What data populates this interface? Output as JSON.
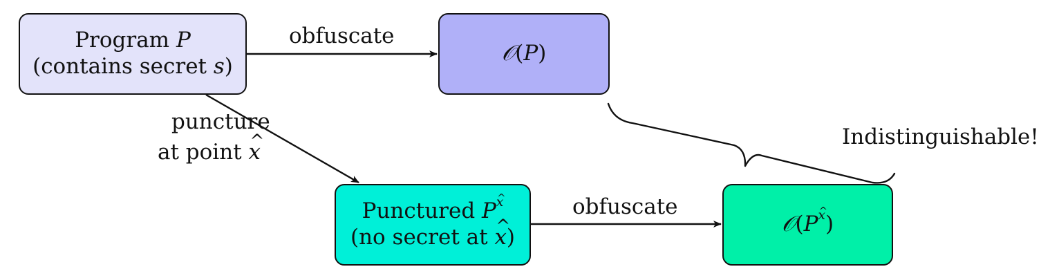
{
  "nodes": {
    "program": {
      "line1_text": "Program",
      "line1_var": "P",
      "line2_pre": "(contains secret",
      "line2_var": "s",
      "line2_post": ")",
      "fill": "#e3e3fa"
    },
    "obfuscated": {
      "op": "𝒪",
      "open": "(",
      "var": "P",
      "close": ")",
      "fill": "#b0b0f8"
    },
    "punctured": {
      "line1_text": "Punctured",
      "line1_var": "P",
      "line1_sup": "x",
      "line2_pre": "(no secret at",
      "line2_var": "x",
      "line2_post": ")",
      "fill": "#00f0d8"
    },
    "obfuscated_punctured": {
      "op": "𝒪",
      "open": "(",
      "var": "P",
      "sup": "x",
      "close": ")",
      "fill": "#00f0a8"
    }
  },
  "edges": {
    "top_label": "obfuscate",
    "bottom_label": "obfuscate",
    "puncture_line1": "puncture",
    "puncture_line2_pre": "at point",
    "puncture_line2_var": "x"
  },
  "brace_label": "Indistinguishable!"
}
